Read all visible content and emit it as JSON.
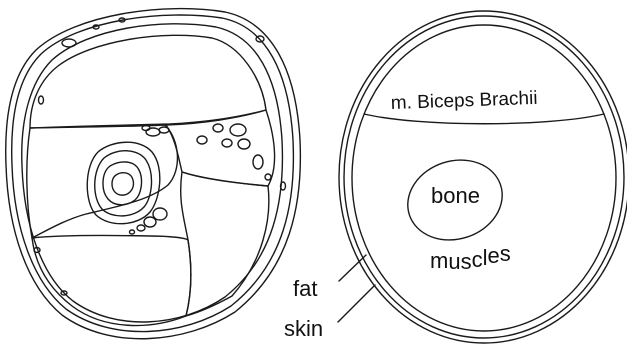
{
  "labels": {
    "biceps": "m. Biceps Brachii",
    "bone": "bone",
    "muscles": "muscles",
    "fat": "fat",
    "skin": "skin"
  },
  "colors": {
    "stroke": "#1a1a1a",
    "background": "#ffffff"
  }
}
